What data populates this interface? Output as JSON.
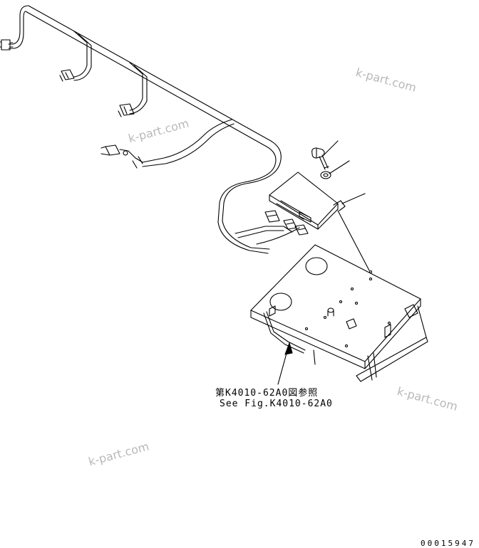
{
  "reference": {
    "line_jp": "第K4010-62A0図参照",
    "line_en": "See Fig.K4010-62A0"
  },
  "watermarks": [
    "k-part.com",
    "k-part.com",
    "k-part.com",
    "k-part.com"
  ],
  "part_number": "00015947"
}
